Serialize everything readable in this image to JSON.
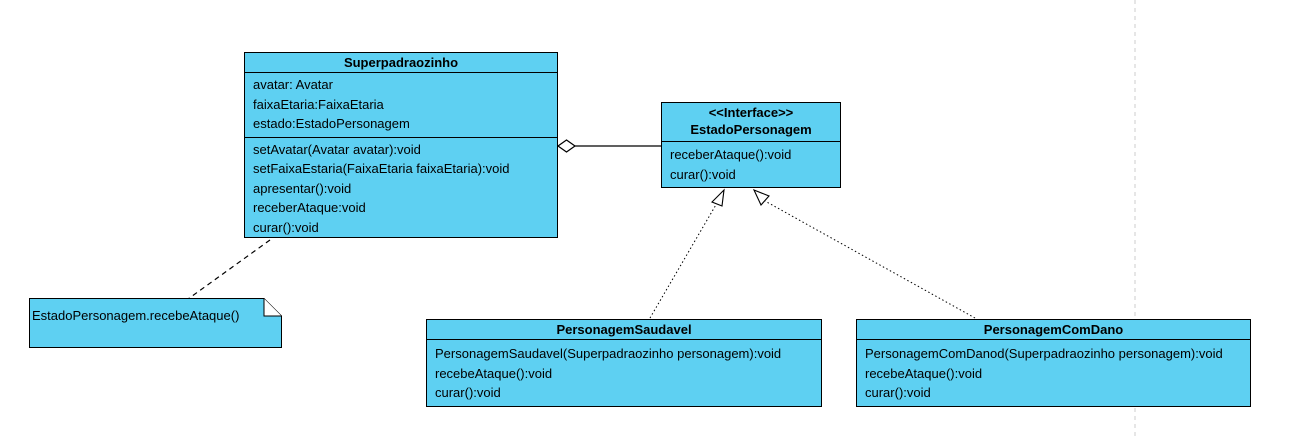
{
  "classes": {
    "superpadraozinho": {
      "name": "Superpadraozinho",
      "attributes": [
        "avatar: Avatar",
        "faixaEtaria:FaixaEtaria",
        "estado:EstadoPersonagem"
      ],
      "methods": [
        "setAvatar(Avatar avatar):void",
        "setFaixaEstaria(FaixaEtaria faixaEtaria):void",
        "apresentar():void",
        "receberAtaque:void",
        "curar():void"
      ]
    },
    "estado_personagem": {
      "stereotype": "<<Interface>>",
      "name": "EstadoPersonagem",
      "methods": [
        "receberAtaque():void",
        "curar():void"
      ]
    },
    "personagem_saudavel": {
      "name": "PersonagemSaudavel",
      "methods": [
        "PersonagemSaudavel(Superpadraozinho personagem):void",
        "recebeAtaque():void",
        "curar():void"
      ]
    },
    "personagem_com_dano": {
      "name": "PersonagemComDano",
      "methods": [
        "PersonagemComDanod(Superpadraozinho personagem):void",
        "recebeAtaque():void",
        "curar():void"
      ]
    }
  },
  "note": {
    "text": "EstadoPersonagem.recebeAtaque()"
  },
  "colors": {
    "class_fill": "#5ed0f2",
    "stroke": "#000000",
    "page_border": "#cccccc"
  }
}
